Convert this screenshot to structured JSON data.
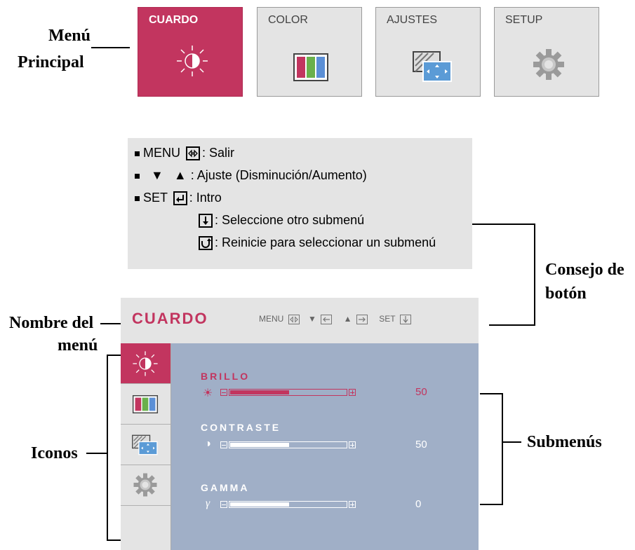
{
  "callouts": {
    "main_menu": [
      "Menú",
      "Principal"
    ],
    "button_tip": [
      "Consejo de",
      "botón"
    ],
    "menu_name": [
      "Nombre del",
      "menú"
    ],
    "icons": "Iconos",
    "submenus": "Submenús"
  },
  "tabs": [
    {
      "label": "CUARDO",
      "icon": "brightness-icon",
      "active": true
    },
    {
      "label": "COLOR",
      "icon": "color-bars-icon",
      "active": false
    },
    {
      "label": "AJUSTES",
      "icon": "adjust-screen-icon",
      "active": false
    },
    {
      "label": "SETUP",
      "icon": "gear-icon",
      "active": false
    }
  ],
  "hints": {
    "menu_key": "MENU",
    "menu_text": ": Salir",
    "adjust_text": ": Ajuste (Disminución/Aumento)",
    "set_key": "SET",
    "set_text": ": Intro",
    "next_text": ": Seleccione otro submenú",
    "reset_text": ": Reinicie para seleccionar un submenú"
  },
  "osd": {
    "title": "CUARDO",
    "key_menu": "MENU",
    "key_set": "SET",
    "side_icons": [
      "brightness-icon",
      "color-bars-icon",
      "adjust-screen-icon",
      "gear-icon"
    ],
    "submenus": [
      {
        "label": "BRILLO",
        "symbol": "☀",
        "value": "50",
        "level": 0.5,
        "active": true
      },
      {
        "label": "CONTRASTE",
        "symbol": "◑",
        "value": "50",
        "level": 0.5,
        "active": false
      },
      {
        "label": "GAMMA",
        "symbol": "γ",
        "value": "0",
        "level": 0.5,
        "active": false
      }
    ]
  },
  "colors": {
    "accent": "#c2355f",
    "panel": "#e4e4e4",
    "main_bg": "#a0afc7"
  }
}
